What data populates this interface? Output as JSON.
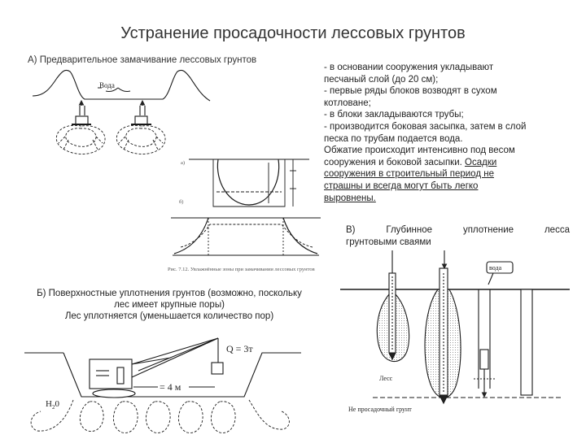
{
  "title": "Устранение просадочности лессовых грунтов",
  "section_a": {
    "heading": "А) Предварительное замачивание лессовых грунтов",
    "water_label": "Вода"
  },
  "right_text": {
    "lines": [
      "- в основании сооружения укладывают",
      "песчаный слой (до 20 см);",
      "- первые ряды блоков возводят в сухом",
      "котловане;",
      "- в блоки закладываются трубы;",
      "- производится боковая засыпка, затем в слой",
      "песка по трубам подается вода.",
      "Обжатие происходит интенсивно под весом",
      "сооружения и боковой засыпки. ",
      "Осадки",
      "сооружения в строительный период не",
      "страшны и всегда могут быть легко",
      "выровнены."
    ]
  },
  "figure_caption": "Рис. 7.12. Увлажнённые зоны при замачивании лессовых грунтов",
  "figure_letters": {
    "a": "а)",
    "b": "б)"
  },
  "section_v": {
    "w1": "В)",
    "w2": "Глубинное",
    "w3": "уплотнение",
    "w4": "лесса",
    "line2": "грунтовыми сваями",
    "water_label": "вода",
    "loess_label": "Лесс",
    "nonsubsiding_label": "Не просадочный грунт"
  },
  "section_b": {
    "line1": "Б) Поверхностные уплотнения грунтов (возможно, поскольку",
    "line2": "лес имеет крупные поры)",
    "line3": "Лес уплотняется (уменьшается количество пор)",
    "weight_label": "Q = 3т",
    "distance_label": "= 4 м",
    "water_level_label": "H",
    "water_level_sub": "2",
    "water_level_tail": "0"
  },
  "colors": {
    "text": "#222222",
    "title": "#333333",
    "line": "#1a1a1a",
    "hatch": "#555555"
  }
}
